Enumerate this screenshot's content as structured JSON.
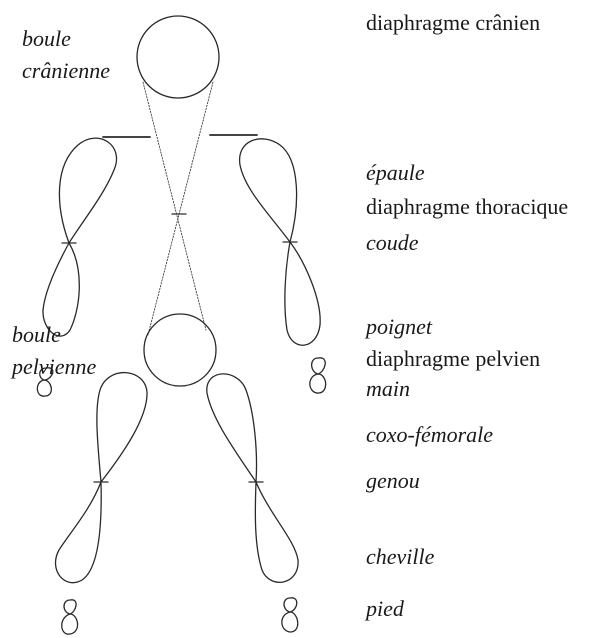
{
  "labels": {
    "boule_cranienne_1": "boule",
    "boule_cranienne_2": "crânienne",
    "boule_pelvienne_1": "boule",
    "boule_pelvienne_2": "pelvienne",
    "diaphragme_cranien": "diaphragme crânien",
    "epaule": "épaule",
    "diaphragme_thoracique": "diaphragme thoracique",
    "coude": "coude",
    "poignet": "poignet",
    "diaphragme_pelvien": "diaphragme pelvien",
    "main": "main",
    "coxo_femorale": "coxo-fémorale",
    "genou": "genou",
    "cheville": "cheville",
    "pied": "pied"
  },
  "colors": {
    "line": "#2a2a2a",
    "text": "#1a1a1a"
  }
}
